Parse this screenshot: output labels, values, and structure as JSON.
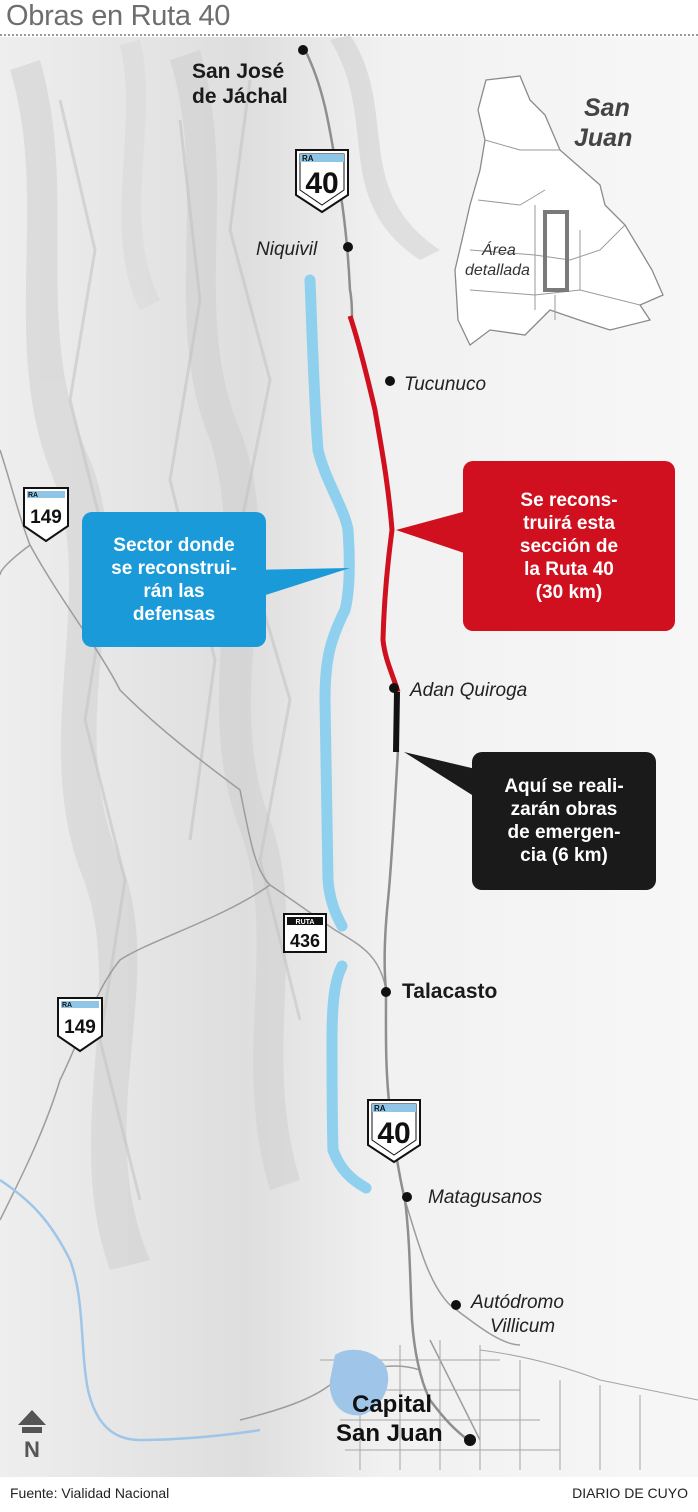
{
  "title": "Obras en Ruta 40",
  "places": {
    "jachal_line1": "San José",
    "jachal_line2": "de Jáchal",
    "niquivil": "Niquivil",
    "tucunuco": "Tucunuco",
    "adan_quiroga": "Adan Quiroga",
    "talacasto": "Talacasto",
    "matagusanos": "Matagusanos",
    "autodromo_line1": "Autódromo",
    "autodromo_line2": "Villicum",
    "capital_line1": "Capital",
    "capital_line2": "San Juan"
  },
  "route_shields": {
    "ra_label": "RA",
    "ruta_label": "RUTA",
    "r40": "40",
    "r149": "149",
    "r436": "436"
  },
  "inset": {
    "province_line1": "San",
    "province_line2": "Juan",
    "area_line1": "Área",
    "area_line2": "detallada"
  },
  "callouts": {
    "defensas": "Sector donde\nse reconstrui-\nrán las\ndefensas",
    "reconstruccion": "Se recons-\ntruirá esta\nsección de\nla Ruta 40\n(30 km)",
    "emergencia": "Aquí se reali-\nzarán obras\nde emergen-\ncia (6 km)"
  },
  "compass_label": "N",
  "footer": {
    "source": "Fuente: Vialidad Nacional",
    "brand": "DIARIO DE CUYO"
  },
  "colors": {
    "reconstruction_red": "#d0101e",
    "defense_blue": "#8fd0ee",
    "callout_blue": "#1a9ad8",
    "emergency_black": "#1a1a1a",
    "relief_gray": "#d9d9d9"
  }
}
